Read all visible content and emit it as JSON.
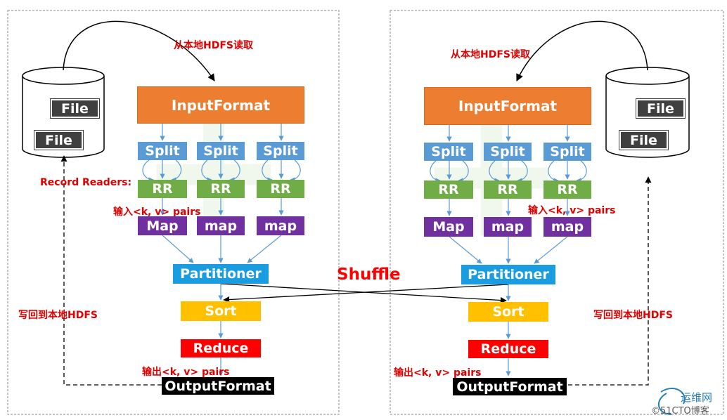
{
  "left": {
    "read_label": "从本地HDFS读取",
    "write_label": "写回到本地HDFS",
    "input_format": "InputFormat",
    "files": [
      "File",
      "File"
    ],
    "splits": [
      "Split",
      "Split",
      "Split"
    ],
    "record_readers_label": "Record Readers:",
    "rrs": [
      "RR",
      "RR",
      "RR"
    ],
    "input_pairs_label": "输入<k, v> pairs",
    "maps": [
      "Map",
      "map",
      "map"
    ],
    "partitioner": "Partitioner",
    "sort": "Sort",
    "reduce": "Reduce",
    "output_pairs_label": "输出<k, v> pairs",
    "output_format": "OutputFormat"
  },
  "right": {
    "read_label": "从本地HDFS读取",
    "write_label": "写回到本地HDFS",
    "input_format": "InputFormat",
    "files": [
      "File",
      "File"
    ],
    "splits": [
      "Split",
      "Split",
      "Split"
    ],
    "rrs": [
      "RR",
      "RR",
      "RR"
    ],
    "input_pairs_label": "输入<k, v> pairs",
    "maps": [
      "Map",
      "map",
      "map"
    ],
    "partitioner": "Partitioner",
    "sort": "Sort",
    "reduce": "Reduce",
    "output_pairs_label": "输出<k, v> pairs",
    "output_format": "OutputFormat"
  },
  "shuffle_label": "Shuffle",
  "watermark": {
    "line1": "运维网",
    "line2": "©51CTO博客"
  },
  "colors": {
    "input_format": "#ed7d31",
    "split": "#5b9bd5",
    "rr": "#70ad47",
    "map": "#7030a0",
    "partitioner": "#1a9ce0",
    "sort": "#ffc000",
    "reduce": "#ff0000",
    "output_format": "#000000",
    "label_red": "#e00000"
  }
}
